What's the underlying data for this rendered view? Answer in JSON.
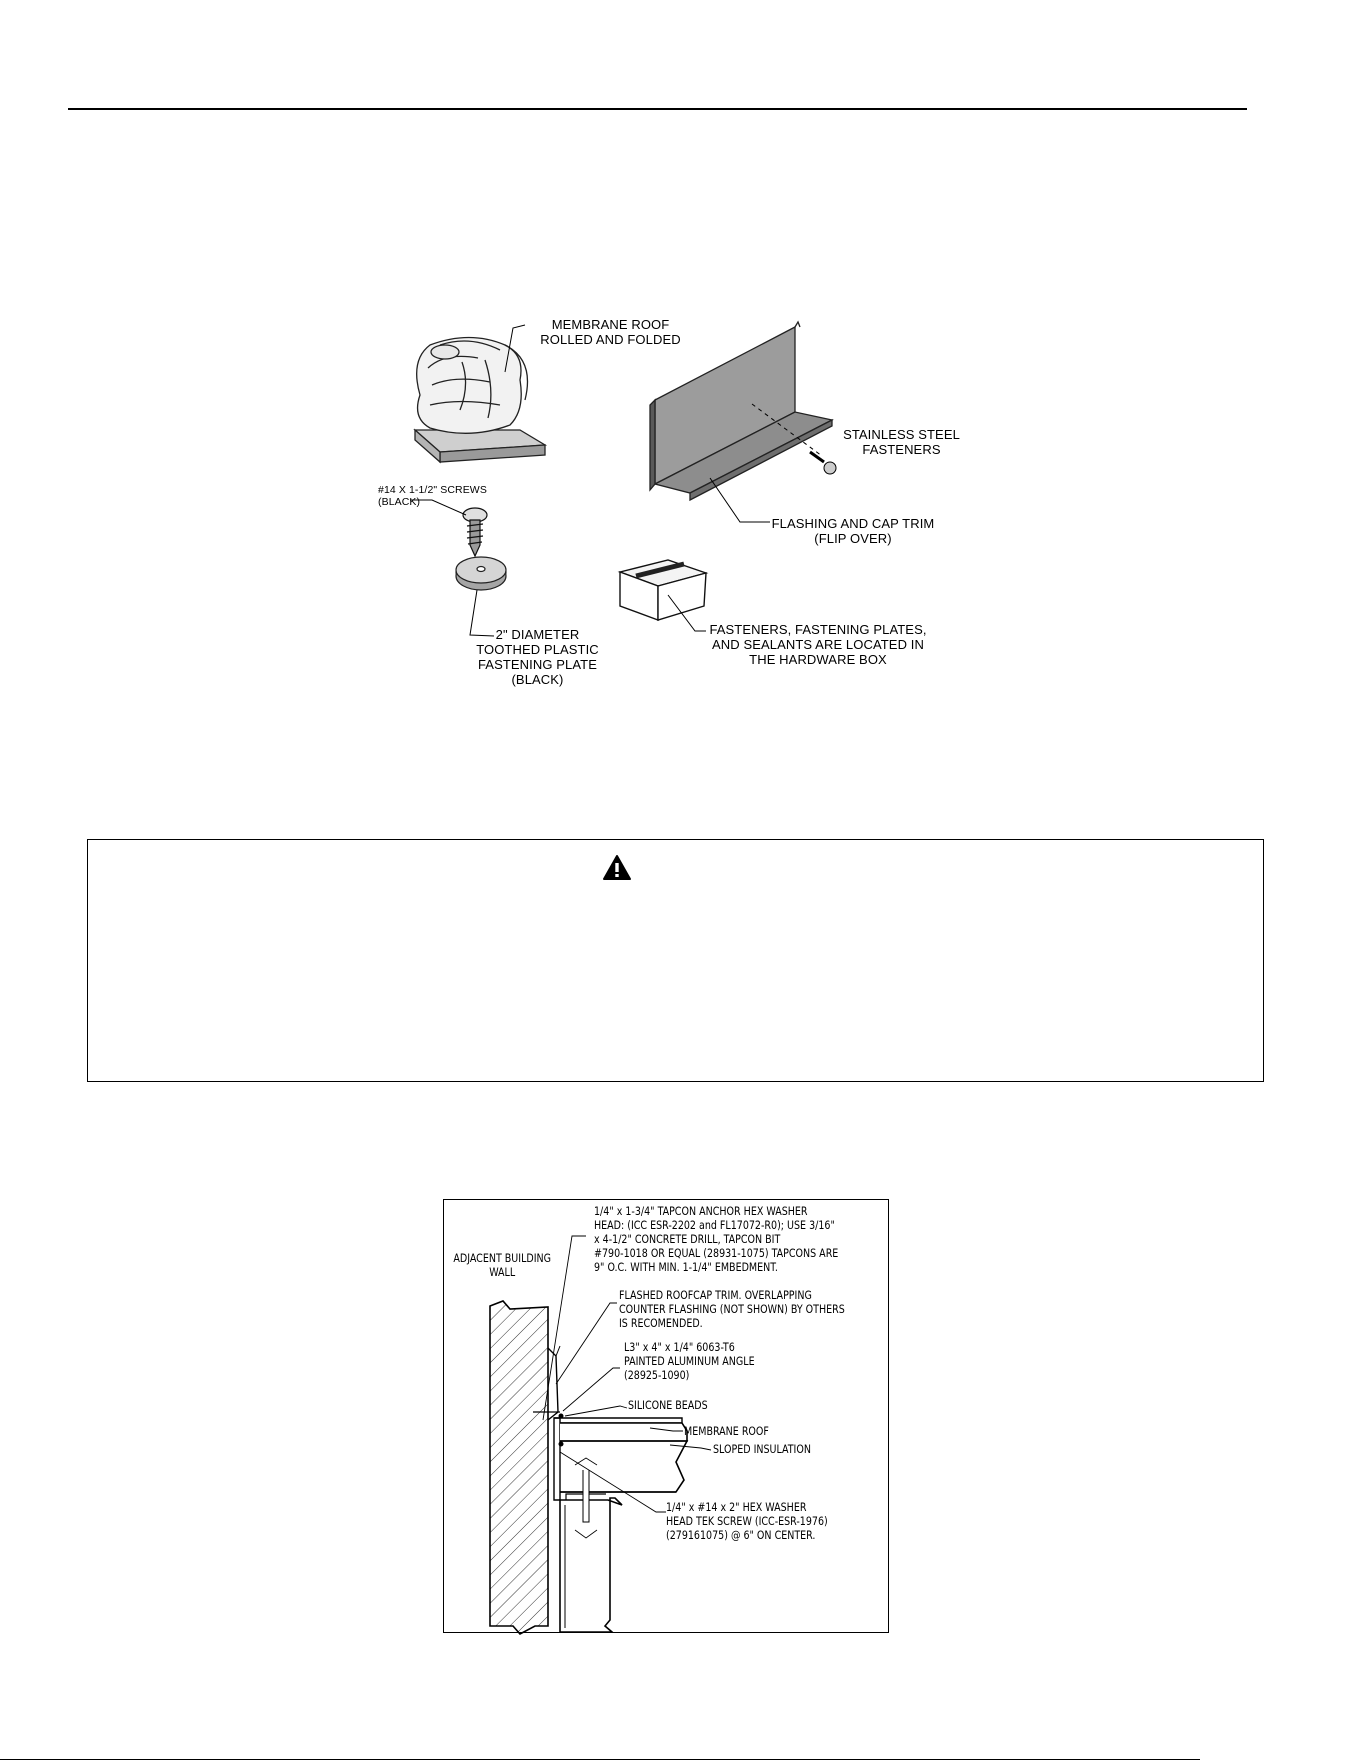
{
  "components_figure": {
    "membrane_roof": [
      "MEMBRANE ROOF",
      "ROLLED AND FOLDED"
    ],
    "stainless_fasteners": [
      "STAINLESS STEEL",
      "FASTENERS"
    ],
    "screws": [
      "#14 X 1-1/2\" SCREWS",
      "(BLACK)"
    ],
    "flashing_trim": [
      "FLASHING AND CAP TRIM",
      "(FLIP OVER)"
    ],
    "fastening_plate": [
      "2\" DIAMETER",
      "TOOTHED PLASTIC",
      "FASTENING PLATE",
      "(BLACK)"
    ],
    "hardware_box": [
      "FASTENERS, FASTENING PLATES,",
      "AND SEALANTS ARE LOCATED IN",
      "THE HARDWARE BOX"
    ]
  },
  "warning_box": {
    "icon": "warning-triangle-icon"
  },
  "detail_figure": {
    "adjacent_wall": [
      "ADJACENT BUILDING",
      "WALL"
    ],
    "tapcon": [
      "1/4\" x 1-3/4\" TAPCON ANCHOR HEX WASHER",
      "HEAD: (ICC ESR-2202 and FL17072-R0); USE 3/16\"",
      "x 4-1/2\" CONCRETE DRILL, TAPCON BIT",
      "#790-1018 OR EQUAL (28931-1075) TAPCONS ARE",
      "9\" O.C. WITH MIN. 1-1/4\" EMBEDMENT."
    ],
    "roofcap": [
      "FLASHED ROOFCAP TRIM. OVERLAPPING",
      "COUNTER FLASHING (NOT SHOWN) BY OTHERS",
      "IS RECOMENDED."
    ],
    "angle": [
      "L3\" x 4\" x 1/4\" 6063-T6",
      "PAINTED ALUMINUM ANGLE",
      "(28925-1090)"
    ],
    "silicone": "SILICONE BEADS",
    "membrane": "MEMBRANE ROOF",
    "insulation": "SLOPED INSULATION",
    "tek_screw": [
      "1/4\" x #14 x 2\" HEX WASHER",
      "HEAD TEK SCREW (ICC-ESR-1976)",
      "(279161075) @ 6\" ON CENTER."
    ]
  }
}
